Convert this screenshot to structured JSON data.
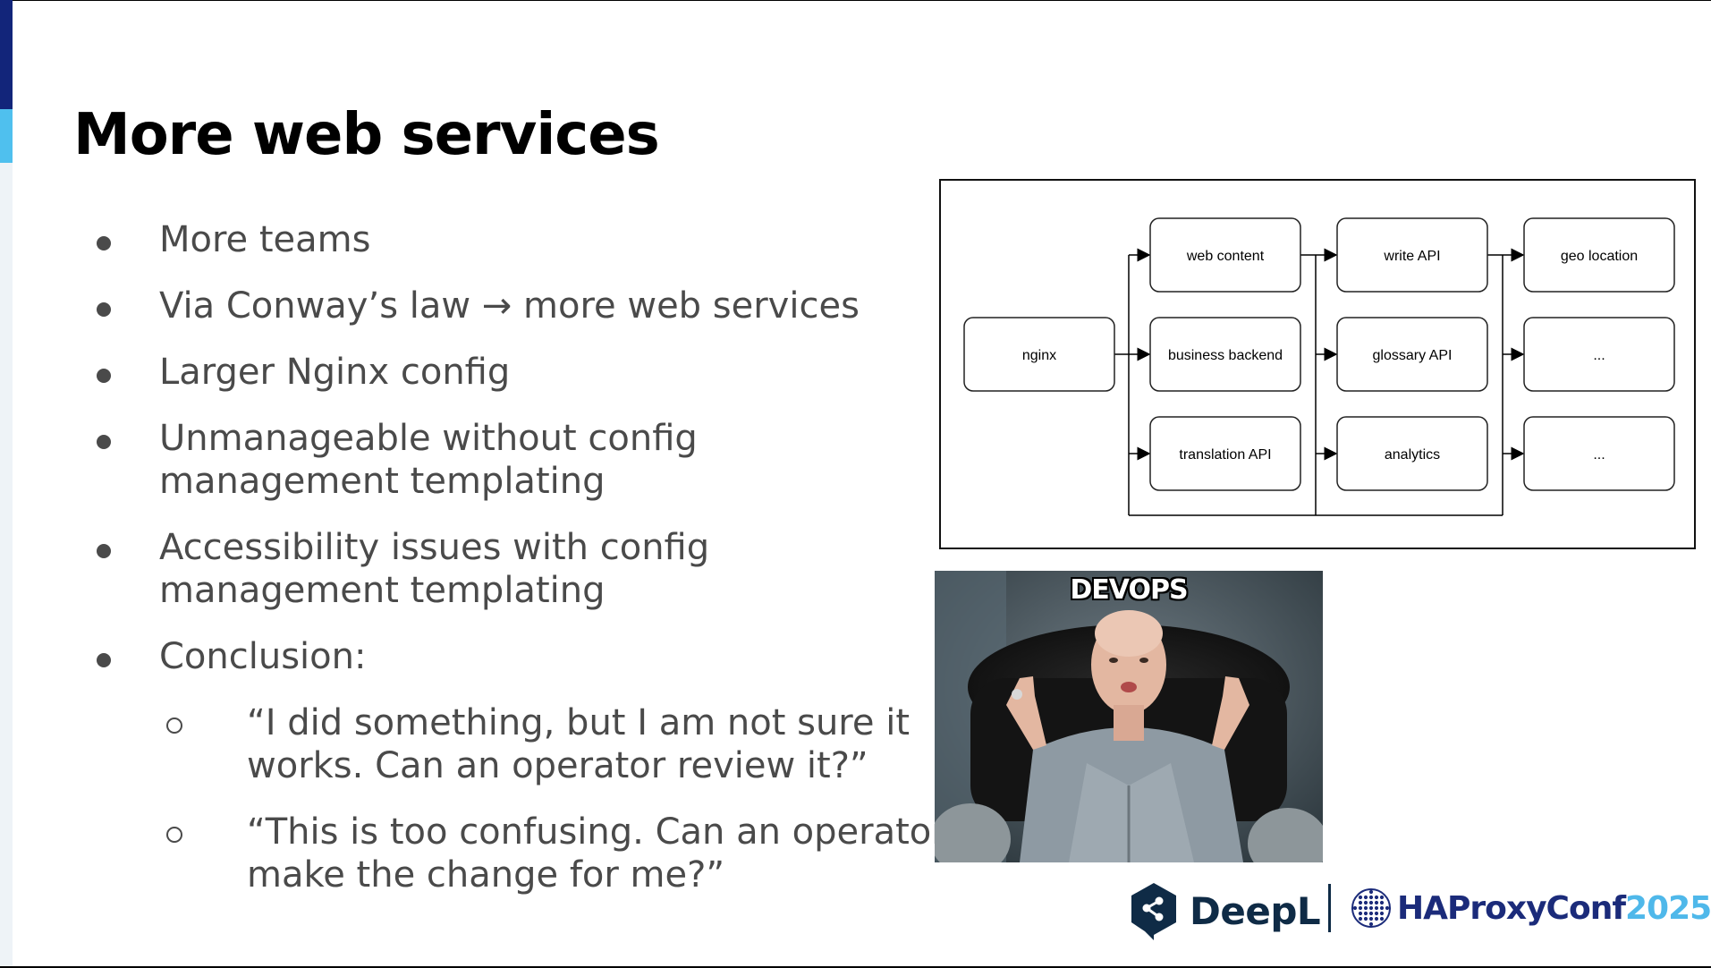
{
  "slide": {
    "title": "More web services",
    "bullets": [
      {
        "text": "More teams"
      },
      {
        "text": "Via Conway’s law → more web services"
      },
      {
        "text": "Larger Nginx config"
      },
      {
        "text": "Unmanageable without config management templating"
      },
      {
        "text": "Accessibility issues with config management templating"
      },
      {
        "text": "Conclusion:"
      }
    ],
    "sub_bullets": [
      {
        "text": "“I did something, but I am not sure it works. Can an operator review it?”"
      },
      {
        "text": "“This is too confusing. Can an operator make the change for me?”"
      }
    ]
  },
  "diagram": {
    "root": "nginx",
    "columns": [
      [
        "web content",
        "business backend",
        "translation API"
      ],
      [
        "write API",
        "glossary API",
        "analytics"
      ],
      [
        "geo location",
        "...",
        "..."
      ]
    ]
  },
  "meme": {
    "caption": "DEVOPS"
  },
  "logos": {
    "deepl": "DeepL",
    "haproxy_main": "HAProxyConf",
    "haproxy_year": "2025"
  },
  "colors": {
    "accent_dark": "#12257a",
    "accent_light": "#4fc0ee",
    "deepl_navy": "#0f2b46"
  }
}
